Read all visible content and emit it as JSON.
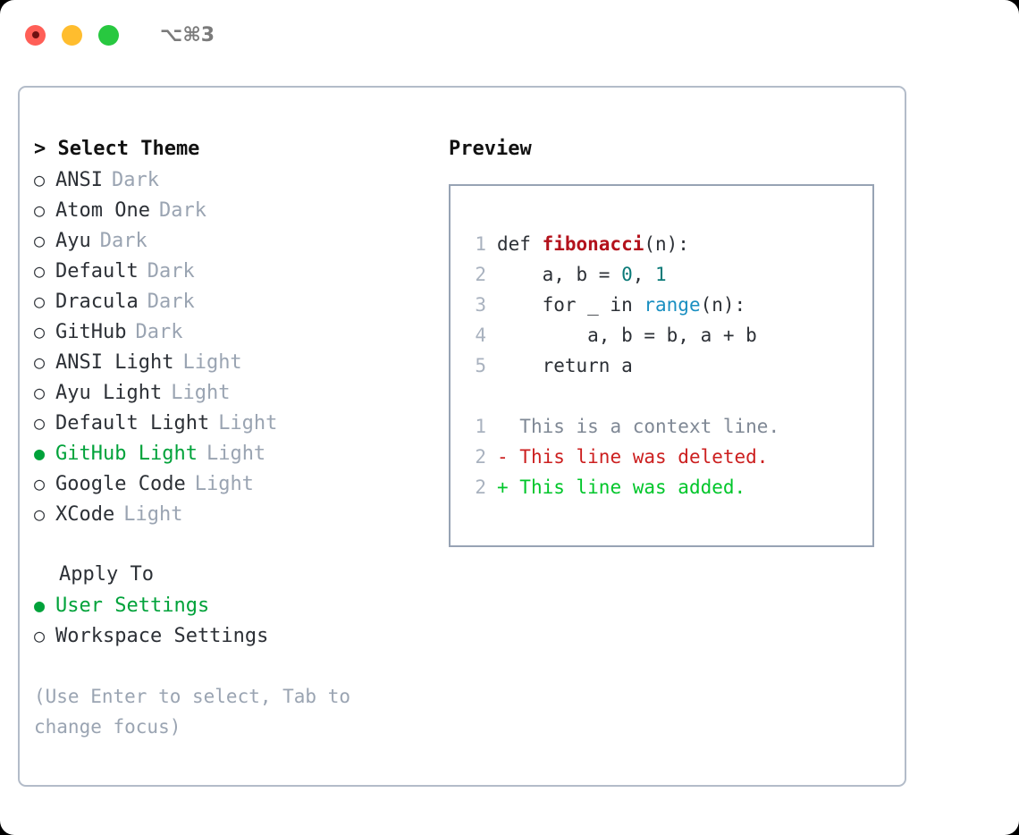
{
  "window": {
    "title": "⌥⌘3",
    "traffic_lights": [
      {
        "name": "close",
        "color": "#ff5f57"
      },
      {
        "name": "minimize",
        "color": "#ffbd2e"
      },
      {
        "name": "maximize",
        "color": "#28c840"
      }
    ]
  },
  "theme_picker": {
    "header": "> Select Theme",
    "selected_bullet": "●",
    "unselected_bullet": "○",
    "accent_color": "#00a23a",
    "items": [
      {
        "bullet": "○",
        "name": "ANSI",
        "kind": "Dark",
        "selected": false
      },
      {
        "bullet": "○",
        "name": "Atom One",
        "kind": "Dark",
        "selected": false
      },
      {
        "bullet": "○",
        "name": "Ayu",
        "kind": "Dark",
        "selected": false
      },
      {
        "bullet": "○",
        "name": "Default",
        "kind": "Dark",
        "selected": false
      },
      {
        "bullet": "○",
        "name": "Dracula",
        "kind": "Dark",
        "selected": false
      },
      {
        "bullet": "○",
        "name": "GitHub",
        "kind": "Dark",
        "selected": false
      },
      {
        "bullet": "○",
        "name": "ANSI Light",
        "kind": "Light",
        "selected": false
      },
      {
        "bullet": "○",
        "name": "Ayu Light",
        "kind": "Light",
        "selected": false
      },
      {
        "bullet": "○",
        "name": "Default Light",
        "kind": "Light",
        "selected": false
      },
      {
        "bullet": "●",
        "name": "GitHub Light",
        "kind": "Light",
        "selected": true
      },
      {
        "bullet": "○",
        "name": "Google Code",
        "kind": "Light",
        "selected": false
      },
      {
        "bullet": "○",
        "name": "XCode",
        "kind": "Light",
        "selected": false
      }
    ]
  },
  "apply_to": {
    "header": "Apply To",
    "items": [
      {
        "bullet": "●",
        "name": "User Settings",
        "selected": true
      },
      {
        "bullet": "○",
        "name": "Workspace Settings",
        "selected": false
      }
    ]
  },
  "hint": "(Use Enter to select, Tab to change focus)",
  "preview": {
    "label": "Preview",
    "code_lines": [
      {
        "ln": "1",
        "indent": "",
        "parts": [
          {
            "t": "def ",
            "cls": "code-text"
          },
          {
            "t": "fibonacci",
            "cls": "tok-fn"
          },
          {
            "t": "(n):",
            "cls": "code-text"
          }
        ]
      },
      {
        "ln": "2",
        "indent": "",
        "parts": [
          {
            "t": "    a, b = ",
            "cls": "code-text"
          },
          {
            "t": "0",
            "cls": "tok-num"
          },
          {
            "t": ", ",
            "cls": "code-text"
          },
          {
            "t": "1",
            "cls": "tok-num"
          }
        ]
      },
      {
        "ln": "3",
        "indent": "",
        "parts": [
          {
            "t": "    for _ in ",
            "cls": "code-text"
          },
          {
            "t": "range",
            "cls": "tok-call"
          },
          {
            "t": "(n):",
            "cls": "code-text"
          }
        ]
      },
      {
        "ln": "4",
        "indent": "",
        "parts": [
          {
            "t": "        a, b = b, a + b",
            "cls": "code-text"
          }
        ]
      },
      {
        "ln": "5",
        "indent": "",
        "parts": [
          {
            "t": "    return a",
            "cls": "code-text"
          }
        ]
      }
    ],
    "diff_lines": [
      {
        "ln": "1",
        "marker": "  ",
        "text": "This is a context line.",
        "cls": "diff-ctx"
      },
      {
        "ln": "2",
        "marker": "- ",
        "text": "This line was deleted.",
        "cls": "diff-del"
      },
      {
        "ln": "2",
        "marker": "+ ",
        "text": "This line was added.",
        "cls": "diff-add"
      }
    ]
  }
}
